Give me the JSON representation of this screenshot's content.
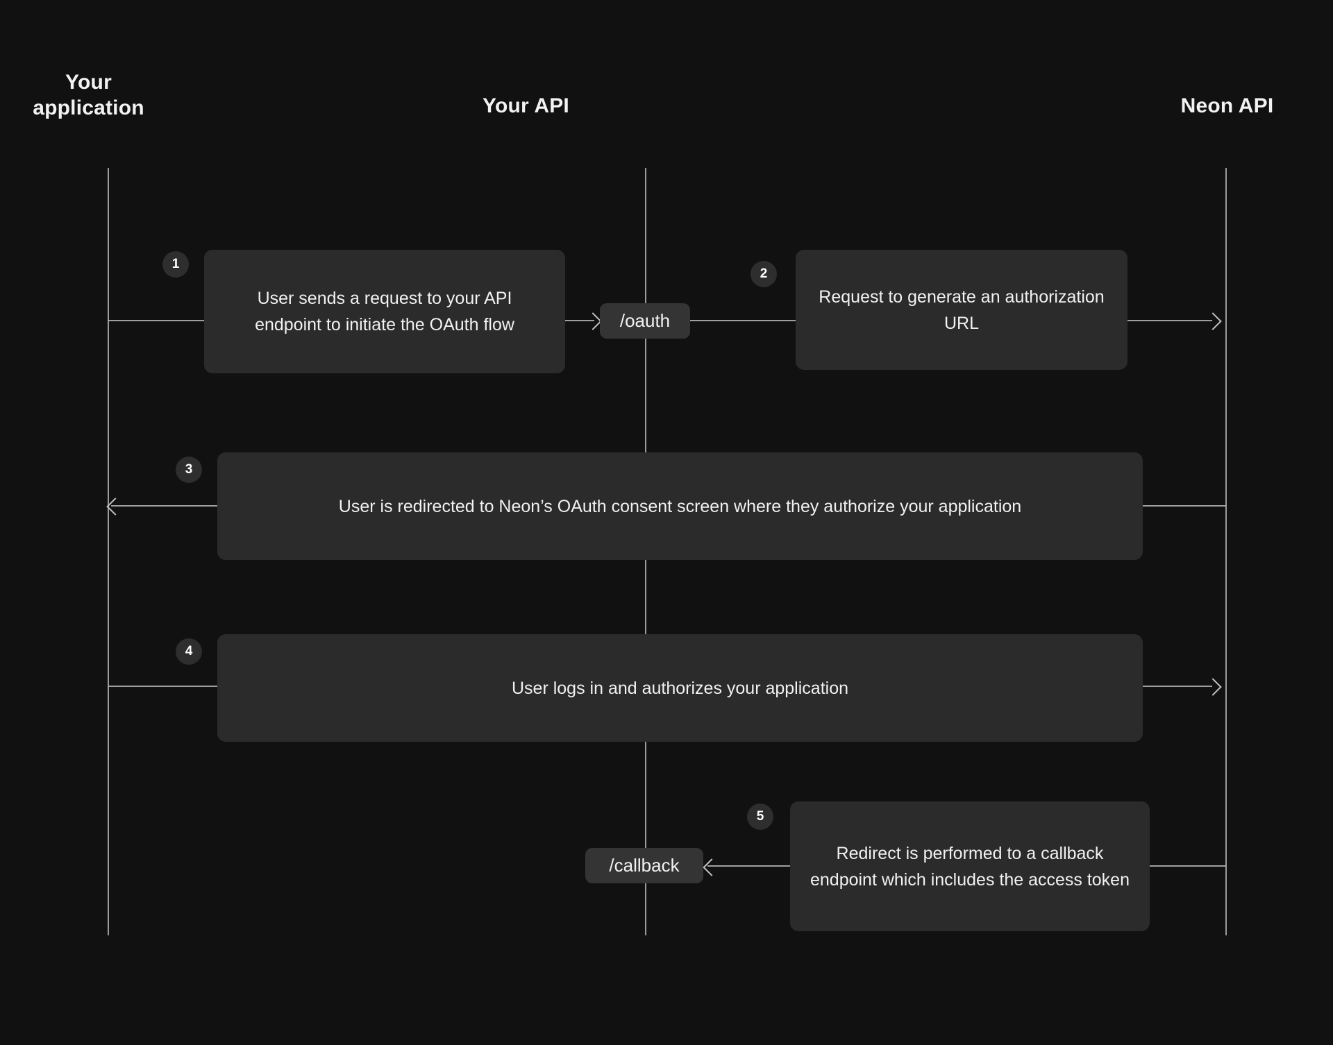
{
  "diagram": {
    "title": "Neon OAuth flow sequence diagram",
    "background_color": "#111111",
    "box_color": "#2b2b2b",
    "pill_color": "#343434",
    "badge_color": "#2e2e2e",
    "line_color": "#b9b9b9",
    "text_color": "#f1f1f1"
  },
  "lanes": [
    {
      "id": "your-application",
      "label": "Your\napplication"
    },
    {
      "id": "your-api",
      "label": "Your API"
    },
    {
      "id": "neon-api",
      "label": "Neon API"
    }
  ],
  "steps": [
    {
      "number": "1",
      "text": "User sends a request to your API endpoint to initiate the OAuth flow",
      "from": "your-application",
      "to": "your-api",
      "arrow": "right"
    },
    {
      "number": "2",
      "text": "Request to generate an authorization URL",
      "from": "your-api",
      "to": "neon-api",
      "arrow": "right"
    },
    {
      "number": "3",
      "text": "User is redirected to Neon’s OAuth consent screen where they authorize your application",
      "from": "neon-api",
      "to": "your-application",
      "arrow": "left"
    },
    {
      "number": "4",
      "text": "User logs in and authorizes your application",
      "from": "your-application",
      "to": "neon-api",
      "arrow": "right"
    },
    {
      "number": "5",
      "text": "Redirect is performed to a callback endpoint which includes the access token",
      "from": "neon-api",
      "to": "your-api",
      "arrow": "left"
    }
  ],
  "endpoints": [
    {
      "id": "oauth",
      "label": "/oauth",
      "lane": "your-api"
    },
    {
      "id": "callback",
      "label": "/callback",
      "lane": "your-api"
    }
  ]
}
